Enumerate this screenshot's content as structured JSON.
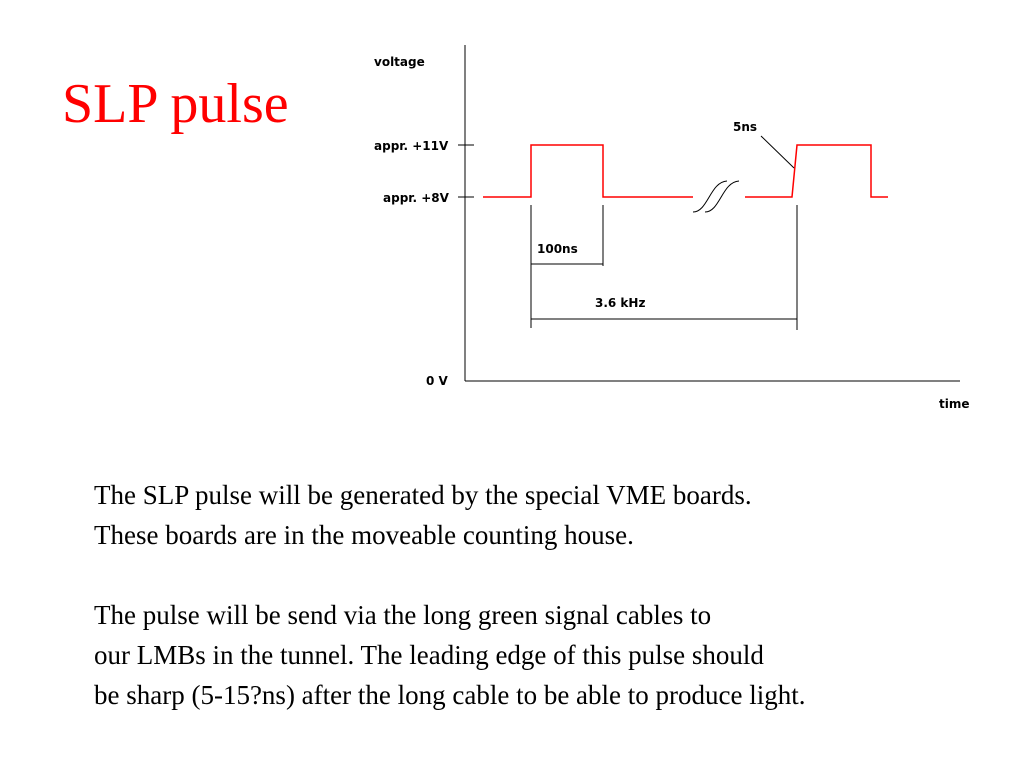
{
  "slide": {
    "title": "SLP pulse"
  },
  "diagram": {
    "y_axis_label": "voltage",
    "x_axis_label": "time",
    "level_high_label": "appr. +11V",
    "level_base_label": "appr. +8V",
    "level_zero_label": "0 V",
    "edge_label": "5ns",
    "width_label": "100ns",
    "period_label": "3.6 kHz",
    "colors": {
      "signal": "#ff0000",
      "axes": "#000000"
    }
  },
  "body": {
    "paragraph_1": [
      "The SLP pulse will be generated by the special VME boards.",
      "These boards are in the moveable counting house."
    ],
    "paragraph_2": [
      "The pulse will be send via the long green signal cables to",
      "our LMBs in the tunnel. The leading edge of this pulse should",
      "be sharp (5-15?ns) after the long cable to be able to produce light."
    ]
  }
}
